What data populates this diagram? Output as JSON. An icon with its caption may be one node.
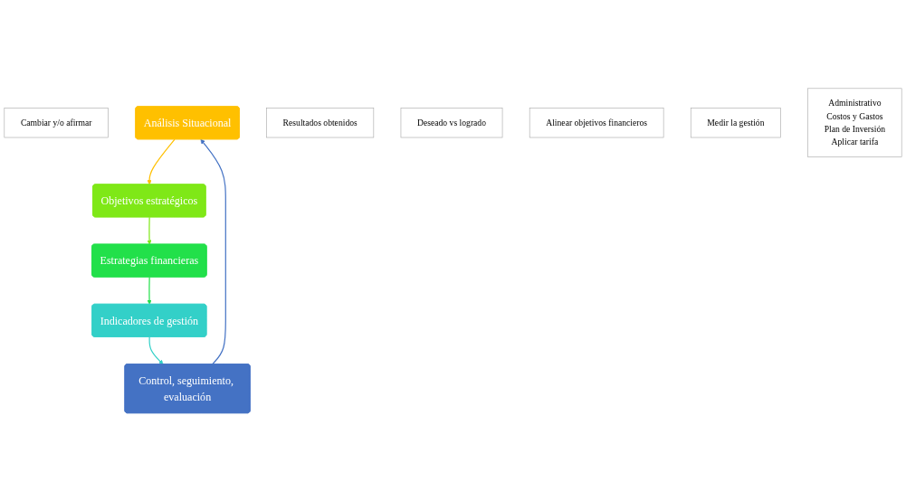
{
  "diagram": {
    "nodes": [
      {
        "text": [
          "Cambiar y/o afirmar"
        ]
      },
      {
        "text": [
          "Análisis Situacional"
        ]
      },
      {
        "text": [
          "Resultados obtenidos"
        ]
      },
      {
        "text": [
          "Deseado vs logrado"
        ]
      },
      {
        "text": [
          "Control, seguimiento, evaluación"
        ]
      },
      {
        "text": [
          "Objetivos estratégicos"
        ]
      },
      {
        "text": [
          "Alinear objetivos financieros"
        ]
      },
      {
        "text": [
          "Medir la gestión"
        ]
      },
      {
        "text": [
          "Indicadores de gestión"
        ]
      },
      {
        "text": [
          "Estrategias financieras"
        ]
      },
      {
        "text": [
          "Administrativo",
          "Costos y Gastos",
          "Plan de Inversión",
          "Aplicar tarifa"
        ]
      }
    ],
    "edges": [
      {
        "from": 1,
        "to": 5,
        "arrow": "to",
        "color": "#ffc000"
      },
      {
        "from": 5,
        "to": 9,
        "arrow": "to",
        "color": "#7fe817"
      },
      {
        "from": 9,
        "to": 8,
        "arrow": "to",
        "color": "#22e04a"
      },
      {
        "from": 8,
        "to": 4,
        "arrow": "to",
        "color": "#33d0c8"
      },
      {
        "from": 4,
        "to": 1,
        "arrow": "to",
        "color": "#4472c4"
      }
    ]
  }
}
